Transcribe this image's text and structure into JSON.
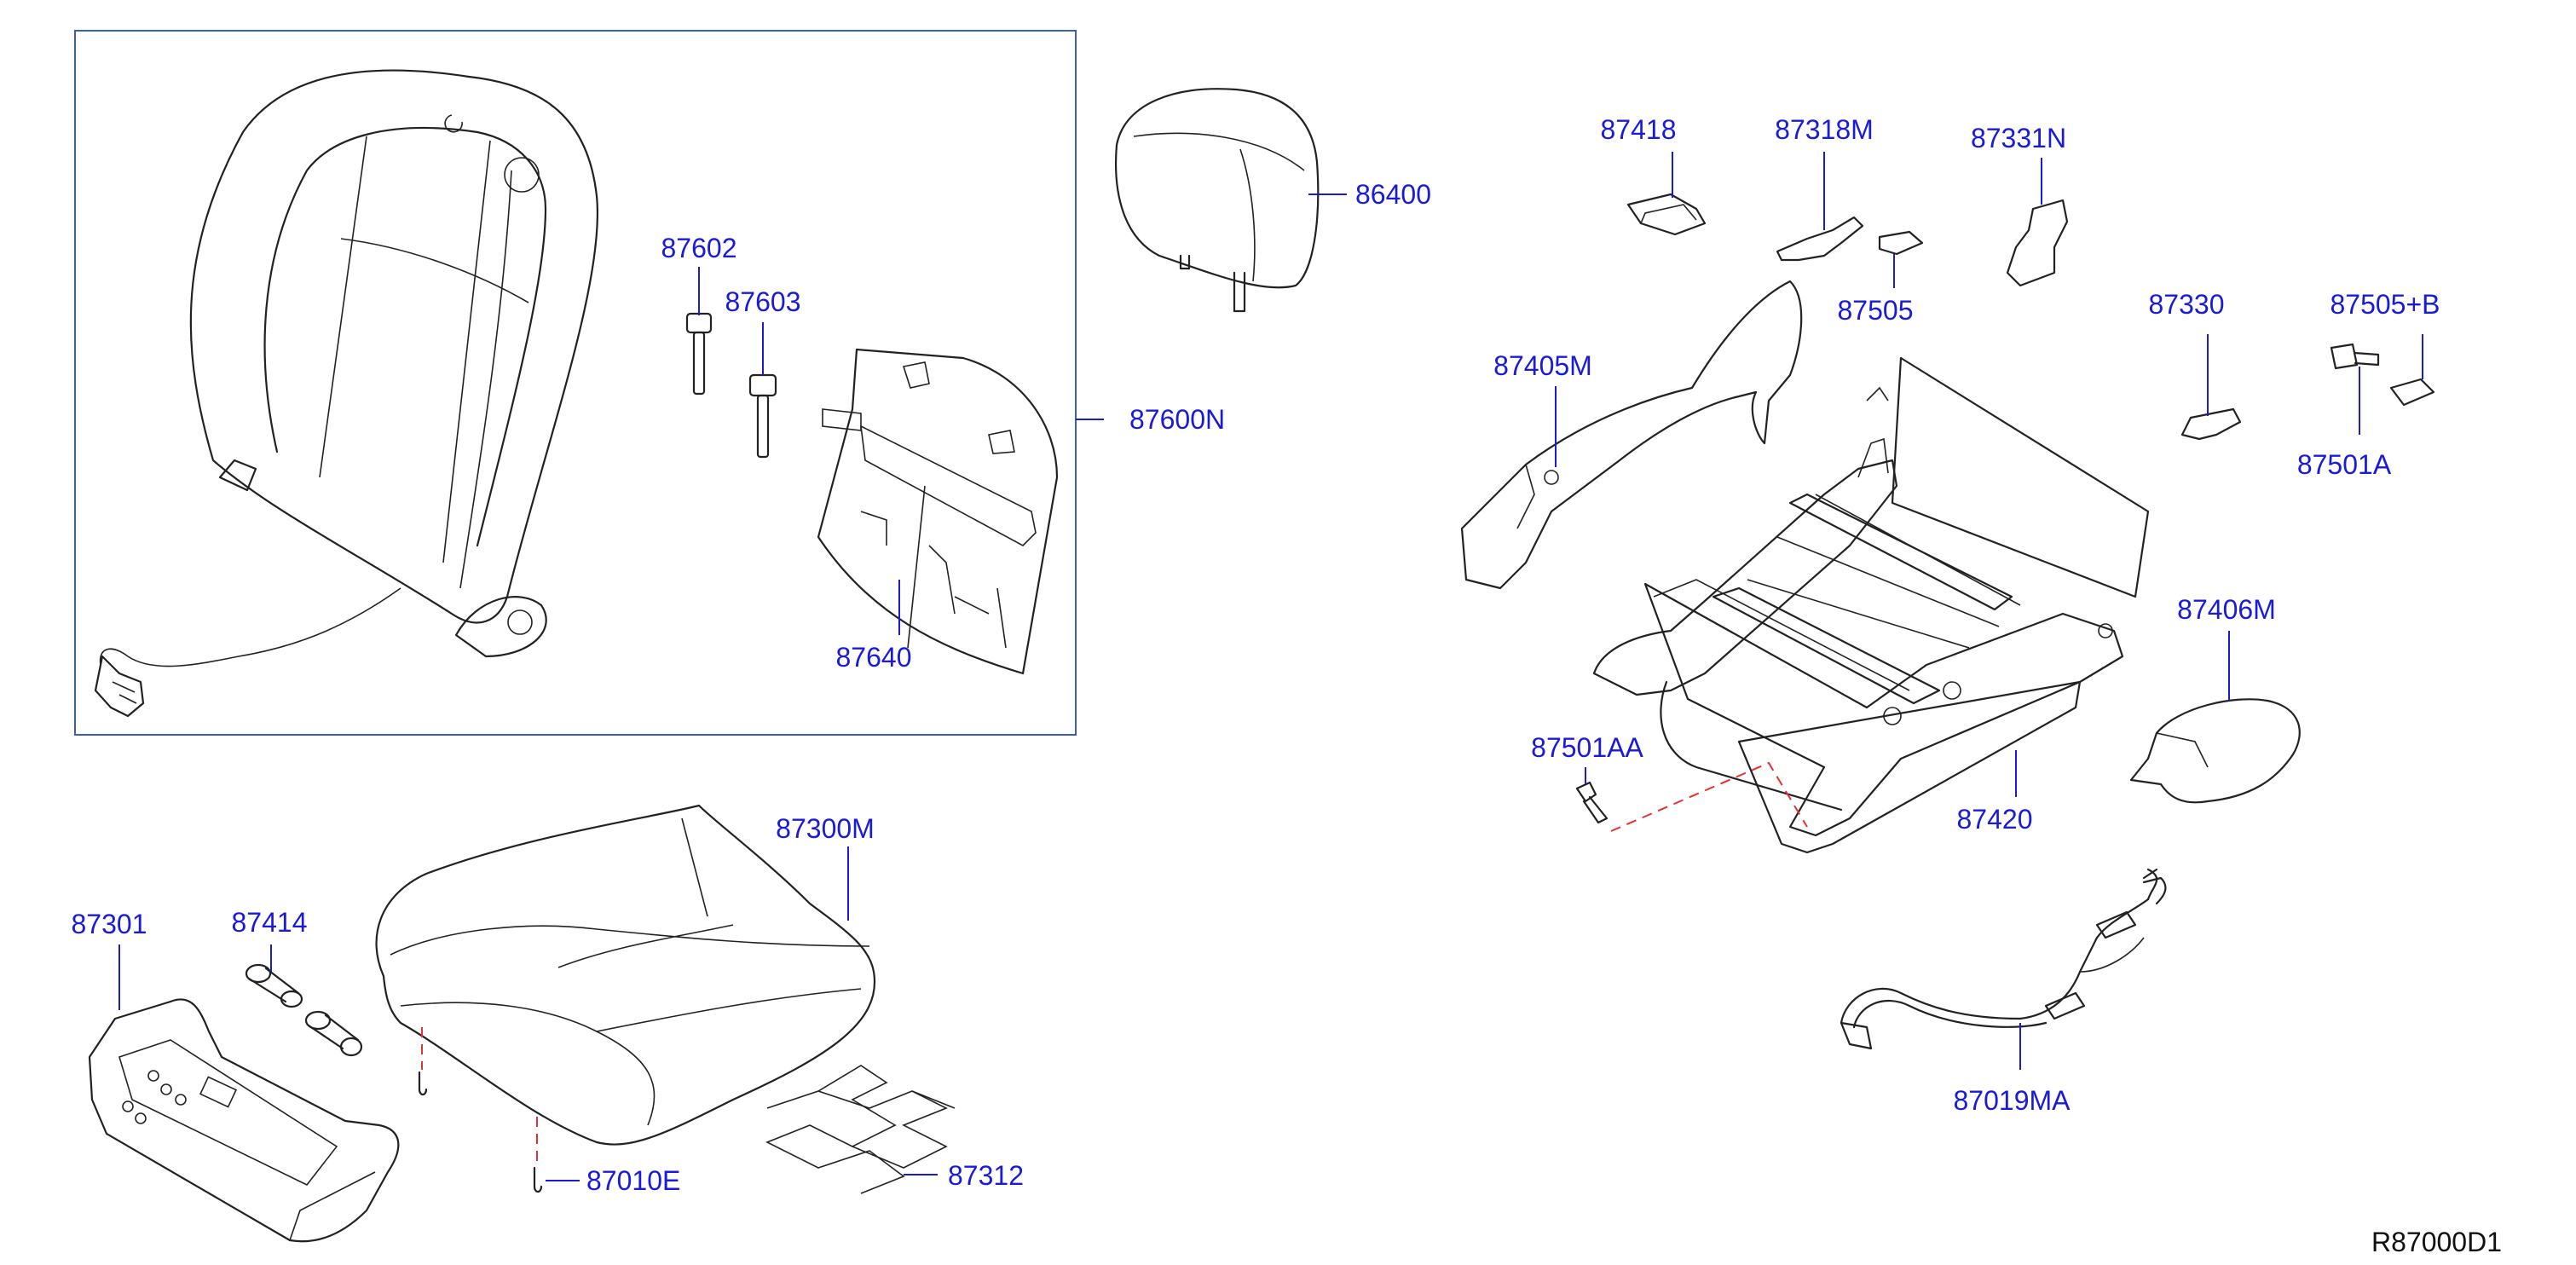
{
  "diagram": {
    "reference_code": "R87000D1",
    "colors": {
      "label": "#1a1adb",
      "frame": "#3a5fb4",
      "dashed_leader": "#e53030",
      "linework": "#222222"
    },
    "labels": {
      "p87602": "87602",
      "p87603": "87603",
      "p87600N": "87600N",
      "p86400": "86400",
      "p87640": "87640",
      "p87418": "87418",
      "p87318M": "87318M",
      "p87331N": "87331N",
      "p87505": "87505",
      "p87405M": "87405M",
      "p87330": "87330",
      "p87505B": "87505+B",
      "p87501A": "87501A",
      "p87406M": "87406M",
      "p87501AA": "87501AA",
      "p87420": "87420",
      "p87300M": "87300M",
      "p87301": "87301",
      "p87414": "87414",
      "p87010E": "87010E",
      "p87312": "87312",
      "p87019MA": "87019MA"
    }
  }
}
